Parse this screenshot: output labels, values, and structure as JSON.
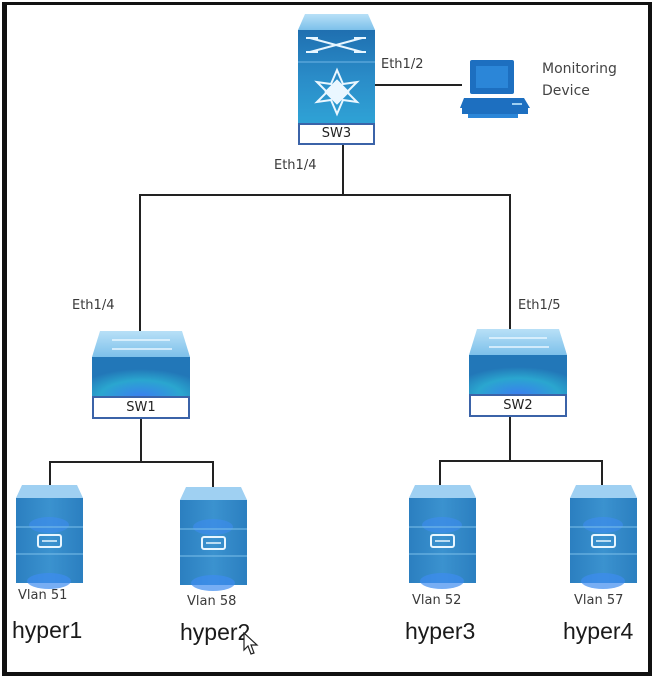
{
  "diagram": {
    "type": "network-topology",
    "core_switch": {
      "name": "SW3",
      "ports": {
        "to_monitoring": "Eth1/2",
        "to_distribution": "Eth1/4"
      }
    },
    "monitoring_device": {
      "label_line1": "Monitoring",
      "label_line2": "Device"
    },
    "access_switches": [
      {
        "name": "SW1",
        "uplink_port": "Eth1/4"
      },
      {
        "name": "SW2",
        "uplink_port": "Eth1/5"
      }
    ],
    "hosts": [
      {
        "name": "hyper1",
        "vlan": "Vlan 51",
        "switch": "SW1"
      },
      {
        "name": "hyper2",
        "vlan": "Vlan 58",
        "switch": "SW1"
      },
      {
        "name": "hyper3",
        "vlan": "Vlan 52",
        "switch": "SW2"
      },
      {
        "name": "hyper4",
        "vlan": "Vlan 57",
        "switch": "SW2"
      }
    ],
    "colors": {
      "device_blue": "#2a7fc4",
      "device_light": "#9fd0f2",
      "label_border": "#3b63a8",
      "link": "#222222"
    }
  }
}
